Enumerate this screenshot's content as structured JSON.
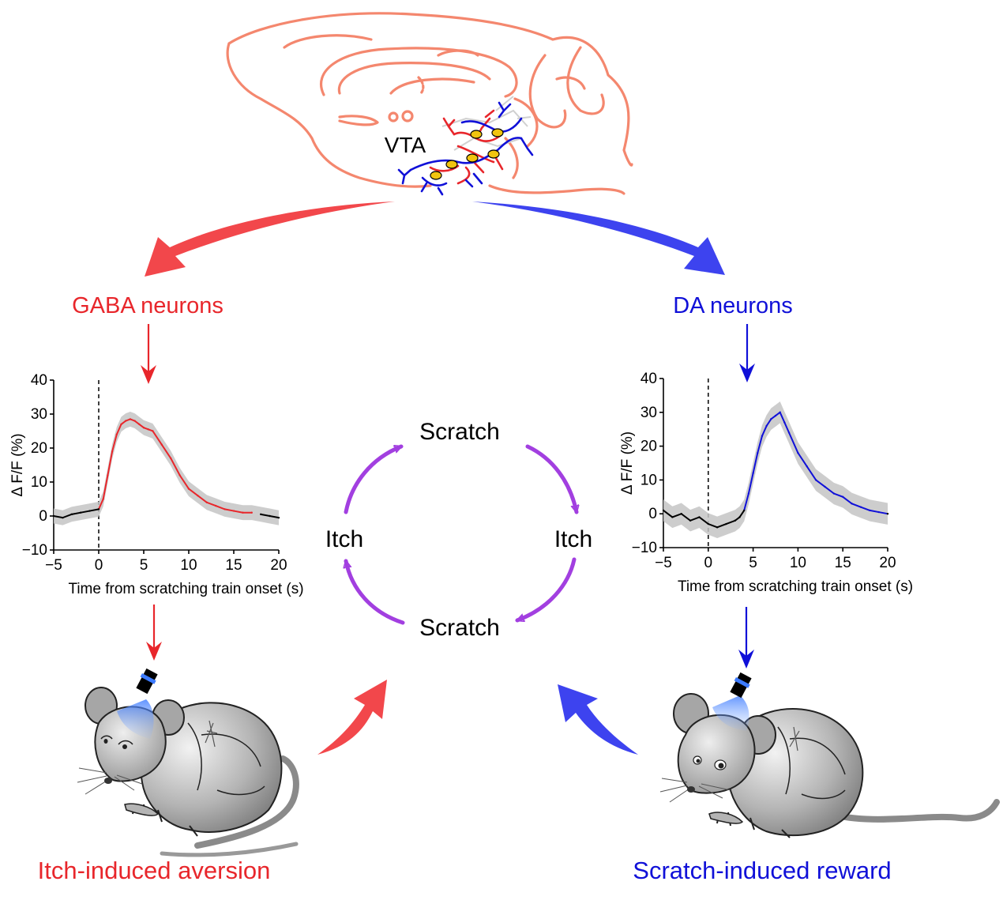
{
  "brain": {
    "region_label": "VTA"
  },
  "colors": {
    "gaba": "#e8262b",
    "da": "#1010d8",
    "brain_outline": "#f4876e",
    "cycle": "#a23fe0",
    "shading": "#c4c4c4",
    "baseline": "#000000"
  },
  "left_panel": {
    "title": "GABA neurons",
    "caption": "Itch-induced aversion"
  },
  "right_panel": {
    "title": "DA neurons",
    "caption": "Scratch-induced reward"
  },
  "cycle": {
    "top": "Scratch",
    "right": "Itch",
    "bottom": "Scratch",
    "left": "Itch"
  },
  "chart_data": [
    {
      "type": "line",
      "series_color": "#e8262b",
      "xlabel": "Time from scratching train onset (s)",
      "ylabel": "Δ F/F (%)",
      "xlim": [
        -5,
        20
      ],
      "ylim": [
        -10,
        40
      ],
      "xticks": [
        "−5",
        "0",
        "5",
        "10",
        "15",
        "20"
      ],
      "yticks": [
        "−10",
        "0",
        "10",
        "20",
        "30",
        "40"
      ],
      "onset_marker_x": 0,
      "x": [
        -5,
        -4,
        -3,
        -2,
        -1,
        0,
        0.5,
        1,
        1.5,
        2,
        2.5,
        3,
        3.5,
        4,
        4.5,
        5,
        5.5,
        6,
        7,
        8,
        9,
        10,
        11,
        12,
        13,
        14,
        15,
        16,
        17,
        18,
        19,
        20
      ],
      "y": [
        0,
        -0.5,
        0.5,
        1,
        1.5,
        2,
        5,
        12,
        19,
        24,
        27,
        28,
        28.5,
        28,
        27,
        26,
        25.5,
        25,
        21,
        17,
        12,
        8,
        6,
        4,
        3,
        2,
        1.5,
        1,
        1,
        0.5,
        0,
        -0.5
      ],
      "band": 2.2,
      "colored_from_x": 0,
      "colored_to_x": 17.5
    },
    {
      "type": "line",
      "series_color": "#1010d8",
      "xlabel": "Time from scratching train onset (s)",
      "ylabel": "Δ F/F (%)",
      "xlim": [
        -5,
        20
      ],
      "ylim": [
        -10,
        40
      ],
      "xticks": [
        "−5",
        "0",
        "5",
        "10",
        "15",
        "20"
      ],
      "yticks": [
        "−10",
        "0",
        "10",
        "20",
        "30",
        "40"
      ],
      "onset_marker_x": 0,
      "x": [
        -5,
        -4,
        -3,
        -2,
        -1,
        0,
        1,
        2,
        3,
        3.5,
        4,
        4.5,
        5,
        5.5,
        6,
        6.5,
        7,
        7.5,
        8,
        8.5,
        9,
        10,
        11,
        12,
        13,
        14,
        15,
        16,
        17,
        18,
        19,
        20
      ],
      "y": [
        1,
        -1,
        0,
        -2,
        -1,
        -3,
        -4,
        -3,
        -2,
        -1,
        1,
        6,
        12,
        18,
        23,
        26,
        28,
        29,
        30,
        27,
        24,
        18,
        14,
        10,
        8,
        6,
        5,
        3,
        2,
        1,
        0.5,
        0
      ],
      "band": 3.2,
      "colored_from_x": 4,
      "colored_to_x": 20
    }
  ]
}
